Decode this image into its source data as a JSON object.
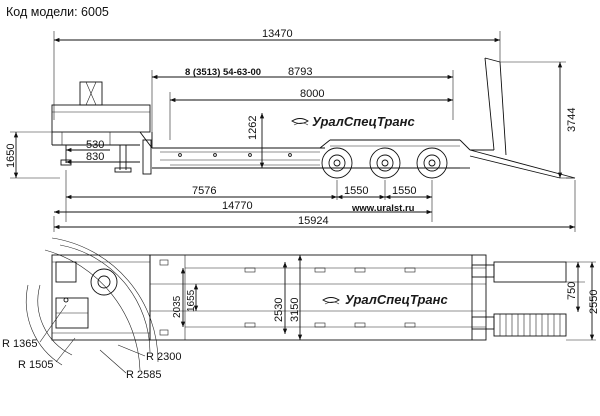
{
  "header": {
    "model_label": "Код модели: 6005"
  },
  "side_view": {
    "brand": "УралСпецТранс",
    "phone": "8 (3513) 54-63-00",
    "url": "www.uralst.ru",
    "dims": {
      "overall_length": "13470",
      "platform_length_label": "8793",
      "deck_length": "8000",
      "deck_height": "1262",
      "ramp_height": "3744",
      "fifth_wheel_height": "1650",
      "kingpin_530": "530",
      "kingpin_830": "830",
      "to_axle": "7576",
      "axle_spacing_1": "1550",
      "axle_spacing_2": "1550",
      "full_length": "14770",
      "total_length": "15924"
    }
  },
  "top_view": {
    "brand": "УралСпецТранс",
    "dims": {
      "inner_2035": "2035",
      "inner_1655": "1655",
      "width_2530": "2530",
      "width_3150": "3150",
      "ramp_750": "750",
      "overall_2550": "2550",
      "r_1365": "R 1365",
      "r_1505": "R 1505",
      "r_2300": "R 2300",
      "r_2585": "R 2585"
    }
  }
}
